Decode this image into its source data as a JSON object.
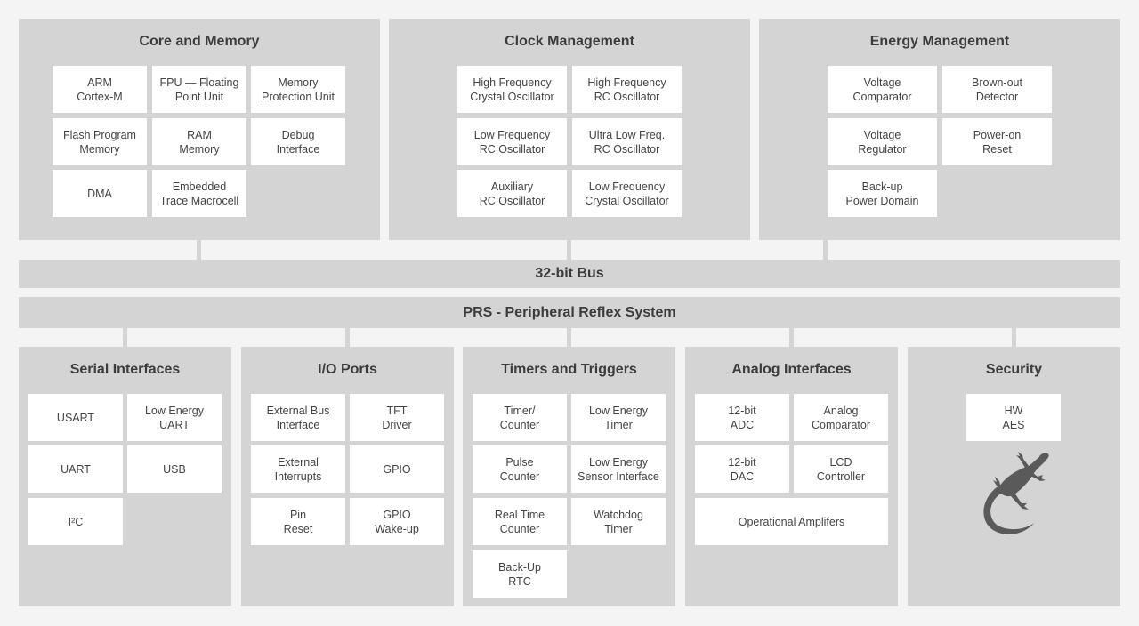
{
  "core_memory": {
    "title": "Core and Memory",
    "blocks": [
      "ARM\nCortex-M",
      "FPU — Floating\nPoint Unit",
      "Memory\nProtection Unit",
      "Flash Program\nMemory",
      "RAM\nMemory",
      "Debug\nInterface",
      "DMA",
      "Embedded\nTrace Macrocell"
    ]
  },
  "clock": {
    "title": "Clock Management",
    "blocks": [
      "High Frequency\nCrystal Oscillator",
      "High Frequency\nRC Oscillator",
      "Low Frequency\nRC Oscillator",
      "Ultra Low Freq.\nRC Oscillator",
      "Auxiliary\nRC Oscillator",
      "Low Frequency\nCrystal Oscillator"
    ]
  },
  "energy": {
    "title": "Energy Management",
    "blocks": [
      "Voltage\nComparator",
      "Brown-out\nDetector",
      "Voltage\nRegulator",
      "Power-on\nReset",
      "Back-up\nPower Domain"
    ]
  },
  "bus": {
    "label": "32-bit Bus"
  },
  "prs": {
    "label": "PRS - Peripheral Reflex System"
  },
  "serial": {
    "title": "Serial Interfaces",
    "blocks": [
      "USART",
      "Low Energy\nUART",
      "UART",
      "USB",
      "I²C"
    ]
  },
  "io": {
    "title": "I/O Ports",
    "blocks": [
      "External Bus\nInterface",
      "TFT\nDriver",
      "External\nInterrupts",
      "GPIO",
      "Pin\nReset",
      "GPIO\nWake-up"
    ]
  },
  "timers": {
    "title": "Timers and Triggers",
    "blocks": [
      "Timer/\nCounter",
      "Low Energy\nTimer",
      "Pulse\nCounter",
      "Low Energy\nSensor Interface",
      "Real Time\nCounter",
      "Watchdog\nTimer",
      "Back-Up\nRTC"
    ]
  },
  "analog": {
    "title": "Analog Interfaces",
    "blocks": [
      "12-bit\nADC",
      "Analog\nComparator",
      "12-bit\nDAC",
      "LCD\nController",
      "Operational Amplifers"
    ]
  },
  "security": {
    "title": "Security",
    "blocks": [
      "HW\nAES"
    ]
  },
  "colors": {
    "panel": "#d4d4d4",
    "block": "#ffffff",
    "background": "#f4f4f4",
    "gecko": "#5a5a5a"
  },
  "icons": [
    "gecko-logo-icon"
  ]
}
